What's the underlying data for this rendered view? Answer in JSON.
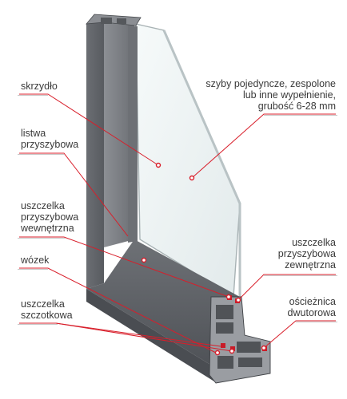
{
  "labels": {
    "skrzydlo": [
      "skrzydło"
    ],
    "listwa": [
      "listwa",
      "przyszybowa"
    ],
    "uszcz_wew": [
      "uszczelka",
      "przyszybowa",
      "wewnętrzna"
    ],
    "wozek": [
      "wózek"
    ],
    "szczotkowa": [
      "uszczelka",
      "szczotkowa"
    ],
    "szyby": [
      "szyby pojedyncze, zespolone",
      "lub inne wypełnienie,",
      "grubość 6-28 mm"
    ],
    "uszcz_zew": [
      "uszczelka",
      "przyszybowa",
      "zewnętrzna"
    ],
    "oscieznica": [
      "ościeżnica",
      "dwutorowa"
    ]
  },
  "colors": {
    "frame_dark": "#5a5d62",
    "frame_mid": "#787b80",
    "frame_light": "#9c9fa4",
    "glass": "#eef3f4",
    "leader": "#d81e2a",
    "gasket": "#c81c28"
  }
}
